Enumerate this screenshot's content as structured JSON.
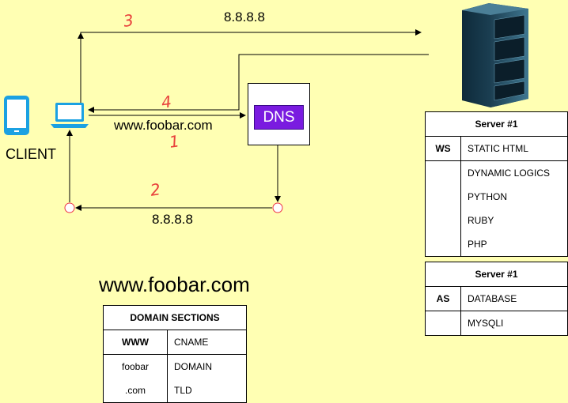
{
  "client_label": "CLIENT",
  "dns_label": "DNS",
  "ip_top": "8.8.8.8",
  "ip_bottom": "8.8.8.8",
  "query_label": "www.foobar.com",
  "step_1": "1",
  "step_2": "2",
  "step_3": "3",
  "step_4": "4",
  "domain_title": "www.foobar.com",
  "domain_table": {
    "header": "DOMAIN SECTIONS",
    "rows": [
      {
        "part": "WWW",
        "type": "CNAME"
      },
      {
        "part": "foobar",
        "type": "DOMAIN"
      },
      {
        "part": ".com",
        "type": "TLD"
      }
    ]
  },
  "server_web": {
    "header": "Server #1",
    "role": "WS",
    "items": [
      "STATIC HTML",
      "DYNAMIC LOGICS",
      "PYTHON",
      "RUBY",
      "PHP"
    ]
  },
  "server_app": {
    "header": "Server #1",
    "role": "AS",
    "items": [
      "DATABASE",
      "MYSQLI"
    ]
  },
  "colors": {
    "background": "#FFFFB3",
    "device": "#1BA1E2",
    "dns": "#7A1BE0",
    "step": "#E8413C"
  }
}
